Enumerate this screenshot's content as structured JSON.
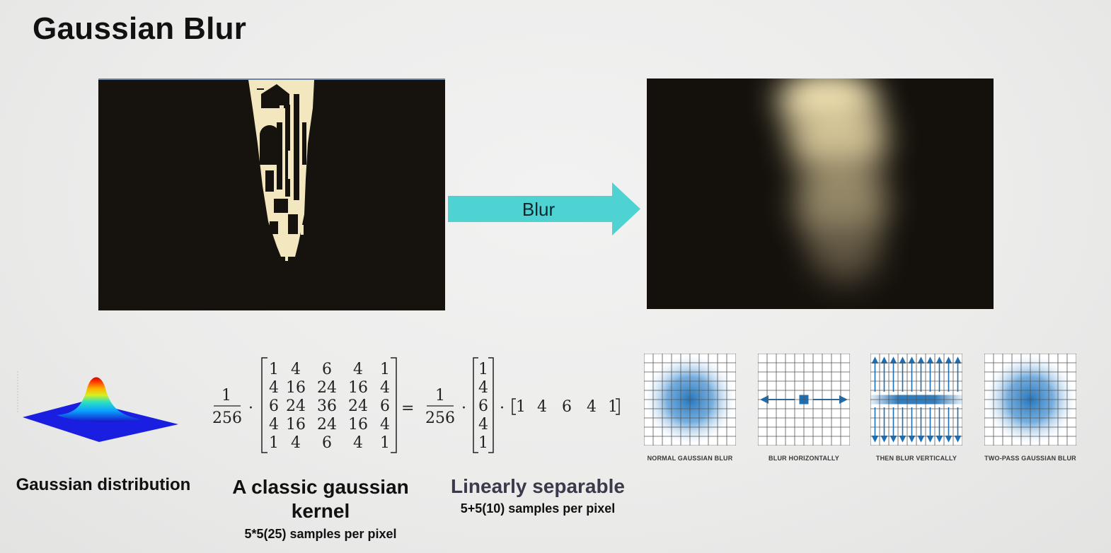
{
  "slide": {
    "title": "Gaussian Blur"
  },
  "blur_arrow": {
    "label": "Blur"
  },
  "gaussian_distribution": {
    "caption": "Gaussian distribution"
  },
  "classic_kernel": {
    "fraction_numerator": "1",
    "fraction_denominator": "256",
    "matrix": [
      [
        "1",
        "4",
        "6",
        "4",
        "1"
      ],
      [
        "4",
        "16",
        "24",
        "16",
        "4"
      ],
      [
        "6",
        "24",
        "36",
        "24",
        "6"
      ],
      [
        "4",
        "16",
        "24",
        "16",
        "4"
      ],
      [
        "1",
        "4",
        "6",
        "4",
        "1"
      ]
    ],
    "caption_line1": "A classic gaussian",
    "caption_line2": "kernel",
    "samples": "5*5(25) samples per pixel"
  },
  "separable": {
    "fraction_numerator": "1",
    "fraction_denominator": "256",
    "column_vector": [
      "1",
      "4",
      "6",
      "4",
      "1"
    ],
    "row_vector": [
      "1",
      "4",
      "6",
      "4",
      "1"
    ],
    "caption": "Linearly separable",
    "samples": "5+5(10) samples per pixel"
  },
  "blur_steps": [
    {
      "label": "NORMAL GAUSSIAN BLUR"
    },
    {
      "label": "BLUR HORIZONTALLY"
    },
    {
      "label": "THEN BLUR VERTICALLY"
    },
    {
      "label": "TWO-PASS GAUSSIAN BLUR"
    }
  ],
  "colors": {
    "arrow": "#4fd3d2",
    "blur_blue": "#1a6fb7",
    "panel_bg": "#16120d",
    "highlight": "#f3e7bf"
  }
}
